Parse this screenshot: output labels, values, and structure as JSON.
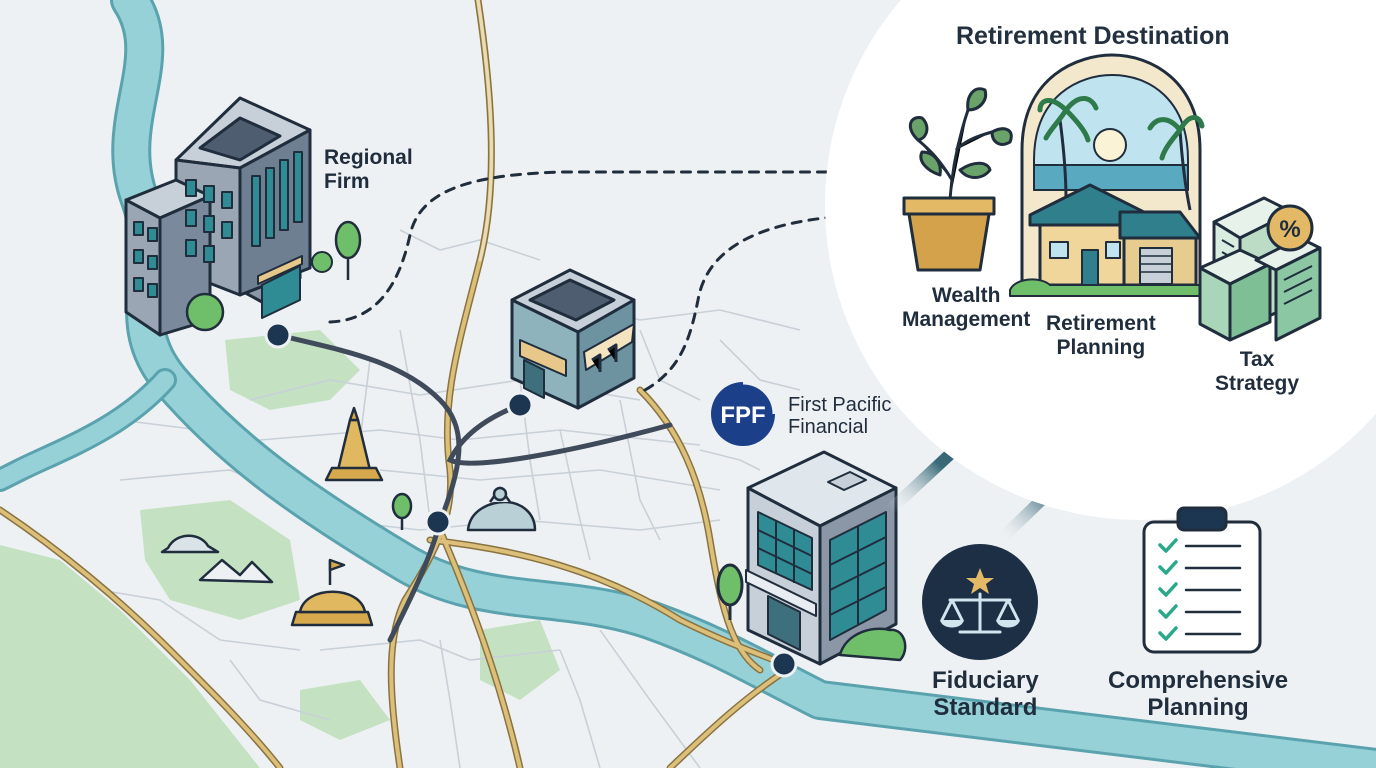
{
  "destination": {
    "title": "Retirement Destination"
  },
  "labels": {
    "regional_firm": [
      "Regional",
      "Firm"
    ],
    "wealth_management": [
      "Wealth",
      "Management"
    ],
    "retirement_planning": [
      "Retirement",
      "Planning"
    ],
    "tax_strategy": [
      "Tax",
      "Strategy"
    ],
    "fiduciary_standard": [
      "Fiduciary",
      "Standard"
    ],
    "comprehensive_planning": [
      "Comprehensive",
      "Planning"
    ]
  },
  "brand": {
    "logo_text": "FPF",
    "name": [
      "First Pacific",
      "Financial"
    ]
  },
  "icons": {
    "tax_badge": "%",
    "fiduciary": "scales-icon",
    "checklist": "clipboard-checklist-icon"
  },
  "colors": {
    "navy": "#1c3550",
    "teal": "#2a8f8a",
    "river": "#8ccbd2",
    "park": "#b9ddb8",
    "road": "#c9a75c",
    "check": "#3bbf9a"
  }
}
